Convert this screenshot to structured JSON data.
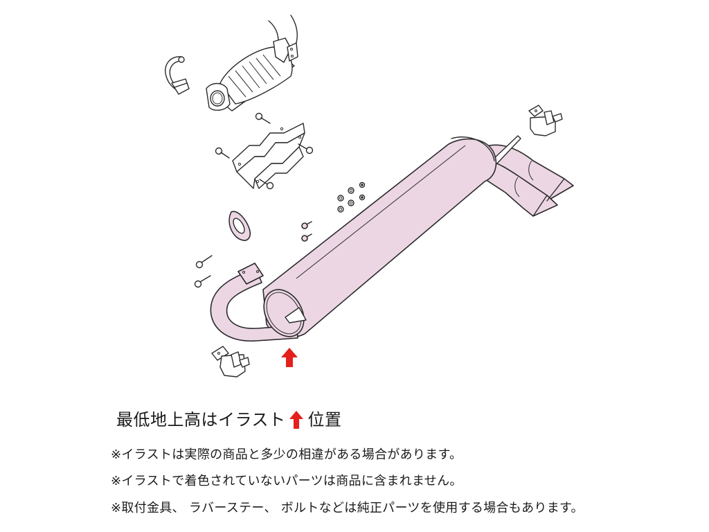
{
  "illustration": {
    "subject": "exhaust-system-exploded-view",
    "colors": {
      "highlight_part_fill": "#ecd6e4",
      "outline": "#2a2a2a",
      "arrow": "#e3201b",
      "background": "#ffffff"
    },
    "parts": [
      {
        "name": "catalytic-converter",
        "colored": false
      },
      {
        "name": "hanger-clamp",
        "colored": false
      },
      {
        "name": "mounting-bracket-plate",
        "colored": false
      },
      {
        "name": "bolts",
        "colored": false
      },
      {
        "name": "flange-gasket",
        "colored": true
      },
      {
        "name": "rear-muffler-with-j-pipe",
        "colored": true
      },
      {
        "name": "dual-tail-tips",
        "colored": true
      },
      {
        "name": "rubber-hanger-front",
        "colored": false
      },
      {
        "name": "rubber-hanger-rear",
        "colored": false
      },
      {
        "name": "washers-nuts",
        "colored": false
      },
      {
        "name": "short-bolts",
        "colored": true
      }
    ],
    "ground_clearance_marker": "red-up-arrow"
  },
  "caption": {
    "before_arrow": "最低地上高はイラスト",
    "arrow_icon": "red-up-arrow",
    "after_arrow": "位置"
  },
  "notes": [
    "※イラストは実際の商品と多少の相違がある場合があります。",
    "※イラストで着色されていないパーツは商品に含まれません。",
    "※取付金具、 ラバーステー、 ボルトなどは純正パーツを使用する場合もあります。"
  ]
}
